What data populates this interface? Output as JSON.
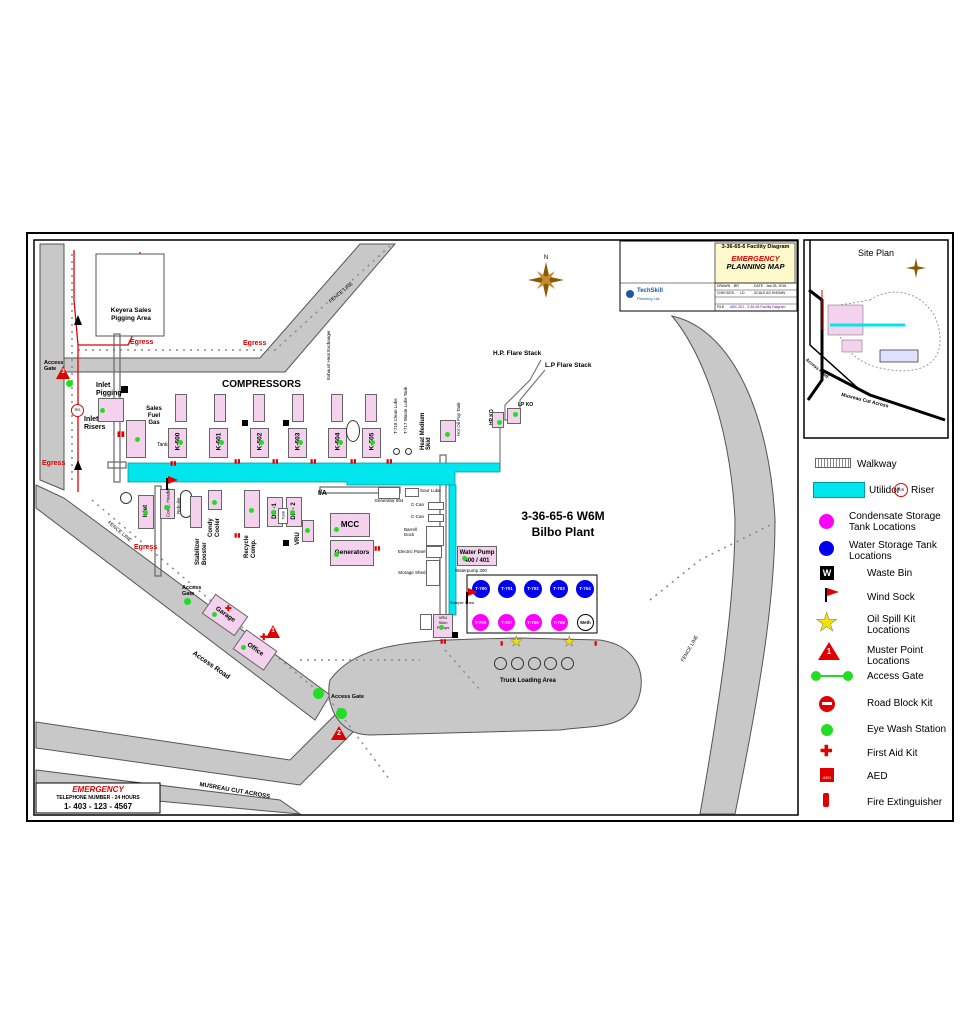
{
  "map": {
    "plant_id": "3-36-65-6 W6M",
    "plant_name": "Bilbo Plant",
    "compressors_heading": "COMPRESSORS",
    "keyera_area": "Keyera Sales Pigging Area",
    "inlet_pigging": "Inlet Pigging",
    "inlet_risers": "Inlet Risers",
    "sales_fuel_gas": "Sales Fuel Gas",
    "tanks": "Tanks",
    "inlet": "Inlet",
    "comp_header": "Comp. Header",
    "reboiler": "Reboiler",
    "stabilizer_booster": "Stabilizer Booster",
    "condy_cooler": "Condy Cooler",
    "recycle_comp": "Recycle Comp.",
    "dh1": "DH -1",
    "dh2": "DH - 2",
    "tank": "Tank",
    "vru": "VRU",
    "ia": "I/A",
    "mcc": "MCC",
    "generators": "Generators",
    "generator_804": "Generator 804",
    "sour_lube": "Sour Lube",
    "c_can1": "C-Can",
    "c_can2": "C-Can",
    "barrell_dock": "Barrell Dock",
    "electric_panel": "Electric Panel",
    "storage_shed": "Storage Shed",
    "waterpump_300": "Waterpump 300",
    "water_pump": "Water Pump 400 / 401",
    "exhaust_hx": "Exhaust Heat Exchanger",
    "t718": "T-718 Clean Lube",
    "t717": "T-717 Waste Lube Tank",
    "heat_medium": "Heat Medium Skid",
    "hot_oil_pop": "Hot Oil Pop Tank",
    "hp_flare": "H.P. Flare Stack",
    "lp_flare": "L.P Flare Stack",
    "hp_ko": "HP KO",
    "lp_ko": "LP KO",
    "compressors": [
      "K-600",
      "K-601",
      "K-602",
      "K-603",
      "K-604",
      "K-605"
    ],
    "water_tanks": [
      "T-700",
      "T-701",
      "T-702",
      "T-703",
      "T-704"
    ],
    "condensate_tanks": [
      "T-705",
      "T-707",
      "T-706",
      "T-708"
    ],
    "meth": "Meth",
    "sample_shed": "Sample Shed",
    "vru_skim": "VRU Skim Pumps",
    "truck_loading": "Truck Loading Area",
    "access_gate_label1": "Access Gate",
    "access_gate_label2": "Access Gate",
    "access_gate_label3": "Access Gate",
    "garage": "Garage",
    "office": "Office",
    "access_road": "Access Road",
    "musreau": "MUSREAU CUT ACROSS",
    "fence_line": "FENCE LINE",
    "egress": "Egress",
    "muster": [
      "1",
      "2",
      "3"
    ]
  },
  "titleblock": {
    "title": "3-36-65-6 Facility Diagram",
    "emergency": "EMERGENCY",
    "planning_map": "PLANNING MAP",
    "company": "TechSkill",
    "company_sub": "Planning Ltd.",
    "drawn_lbl": "DRAWN",
    "drawn_val": "BR",
    "date_lbl": "DATE",
    "date_val": "Jan 25, 2016",
    "checked_lbl": "CHECKED",
    "checked_val": "LD",
    "scale_lbl": "SCALE",
    "scale_val": "AS SHOWN",
    "file_lbl": "FILE",
    "file_val": "ABC-001 - 3-36-65 Facility Diagram"
  },
  "site_plan": {
    "title": "Site Plan",
    "musreau": "Musreau Cut Across",
    "access_road": "Access Road"
  },
  "legend": [
    {
      "icon": "walkway",
      "label": "Walkway"
    },
    {
      "icon": "utilidor",
      "label": "Utilidor"
    },
    {
      "icon": "riser",
      "label": "Riser",
      "icon_text": "RIS"
    },
    {
      "icon": "condensate-tank",
      "label": "Condensate Storage Tank Locations"
    },
    {
      "icon": "water-tank",
      "label": "Water Storage Tank Locations"
    },
    {
      "icon": "waste-bin",
      "label": "Waste Bin",
      "icon_text": "W"
    },
    {
      "icon": "wind-sock",
      "label": "Wind Sock"
    },
    {
      "icon": "spill-kit",
      "label": "Oil Spill Kit Locations"
    },
    {
      "icon": "muster-point",
      "label": "Muster Point Locations",
      "icon_text": "1"
    },
    {
      "icon": "access-gate",
      "label": "Access Gate"
    },
    {
      "icon": "road-block",
      "label": "Road Block Kit"
    },
    {
      "icon": "eye-wash",
      "label": "Eye Wash Station"
    },
    {
      "icon": "first-aid",
      "label": "First Aid Kit"
    },
    {
      "icon": "aed",
      "label": "AED",
      "icon_text": "AED"
    },
    {
      "icon": "fire-extinguisher",
      "label": "Fire Extinguisher"
    }
  ],
  "emergency_box": {
    "heading": "EMERGENCY",
    "sub": "TELEPHONE NUMBER - 24 HOURS",
    "phone": "1- 403 - 123 - 4567"
  },
  "colors": {
    "utilidor": "#00e5ee",
    "building": "#f4d2ee",
    "road": "#c8c8c8",
    "condensate": "#ff00ff",
    "water": "#0000ee",
    "eyewash": "#22dd22",
    "accent_red": "#e00000"
  }
}
